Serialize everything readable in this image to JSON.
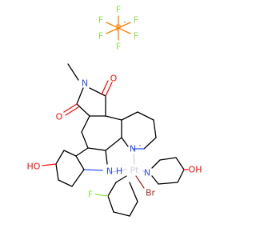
{
  "molecule": {
    "atoms": {
      "hexafluorophosphate": {
        "phosphorus": "P",
        "charge": "-",
        "fluorines": [
          "F",
          "F",
          "F",
          "F",
          "F",
          "F"
        ]
      },
      "imide_nitrogen": "N",
      "carbonyl_oxygen_1": "O",
      "carbonyl_oxygen_2": "O",
      "hydroxyl_left": "HO",
      "indole_nitrogen": "N",
      "indole_hydrogen": "H",
      "pyridine_like_nitrogen": "N",
      "pyridine_like_charge": "-",
      "platinum": "Pt",
      "bromine": "Br",
      "pyridine_nitrogen": "N",
      "hydroxyl_right": "OH",
      "fluorine_ring": "F"
    }
  },
  "colors": {
    "carbon": "#000000",
    "oxygen": "#ff0d0d",
    "nitrogen": "#3050f8",
    "fluorine": "#90e050",
    "phosphorus": "#ff8000",
    "platinum": "#d0d0e0",
    "bromine": "#a62929"
  }
}
